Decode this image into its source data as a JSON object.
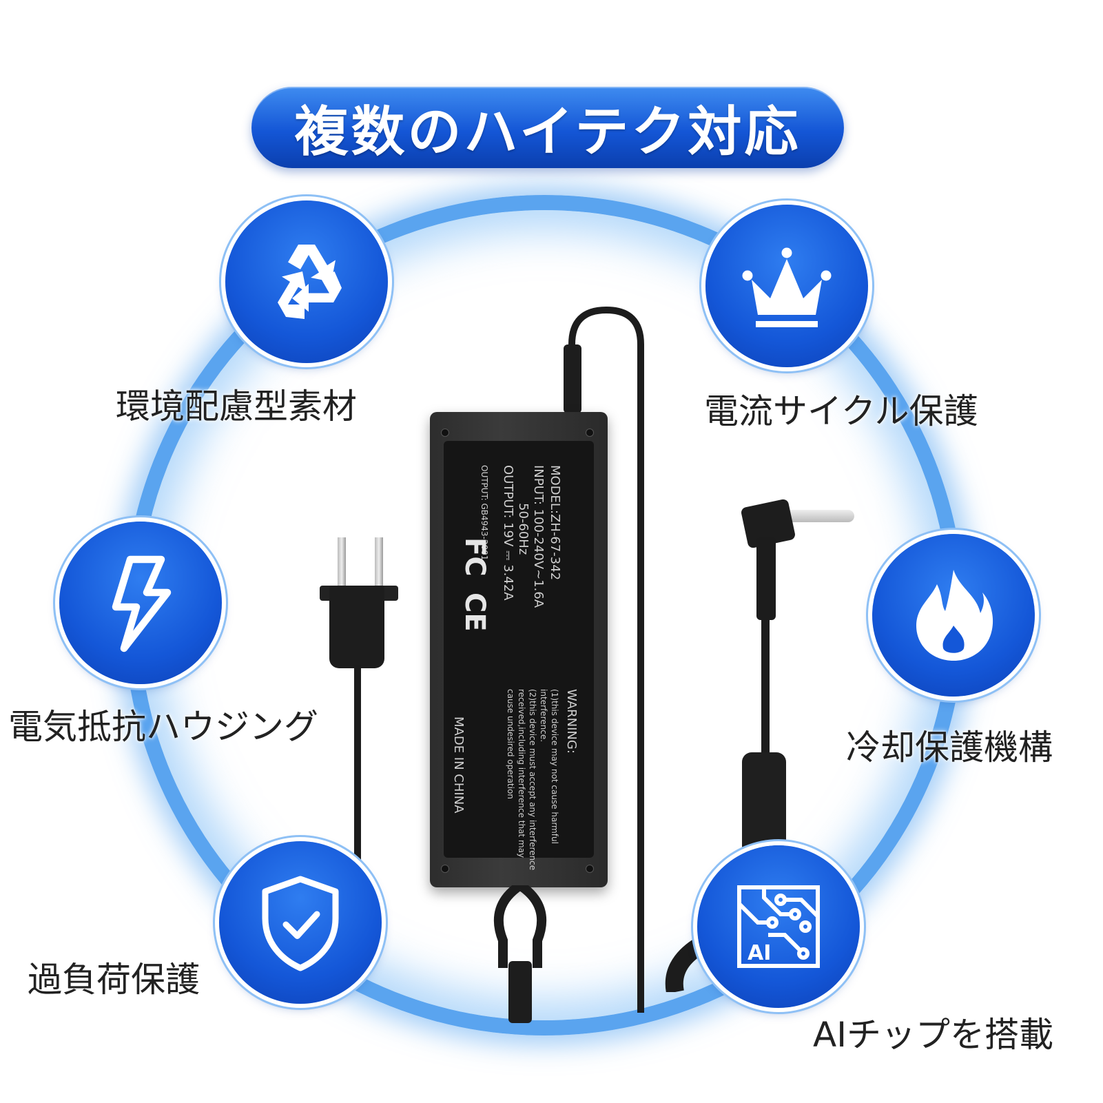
{
  "title": "複数のハイテク対応",
  "features": [
    {
      "label": "環境配慮型素材",
      "icon": "recycle-icon"
    },
    {
      "label": "電流サイクル保護",
      "icon": "crown-icon"
    },
    {
      "label": "電気抵抗ハウジング",
      "icon": "lightning-bolt-icon"
    },
    {
      "label": "冷却保護機構",
      "icon": "flame-icon"
    },
    {
      "label": "過負荷保護",
      "icon": "shield-check-icon"
    },
    {
      "label": "AIチップを搭載",
      "icon": "ai-chip-icon"
    }
  ],
  "product_label": {
    "model": "MODEL:ZH-67-342",
    "input": "INPUT: 100-240V~1.6A",
    "freq": "50-60Hz",
    "output": "OUTPUT: 19V ⎓ 3.42A",
    "warning": "WARNING:",
    "warning_1": "(1)this device may not cause harmful",
    "warning_1b": "interference.",
    "warning_2": "(2)this device must accept any interference",
    "warning_2b": "received,including interference that may",
    "warning_2c": "cause undesired operation",
    "origin": "MADE IN CHINA",
    "fcc": "FC",
    "ce": "CE",
    "output_code": "OUTPUT: GB4943-2001",
    "ai_chip_text": "AI"
  },
  "colors": {
    "accent": "#1457d8",
    "ring": "#5aa4ef",
    "label_text": "#222222"
  }
}
